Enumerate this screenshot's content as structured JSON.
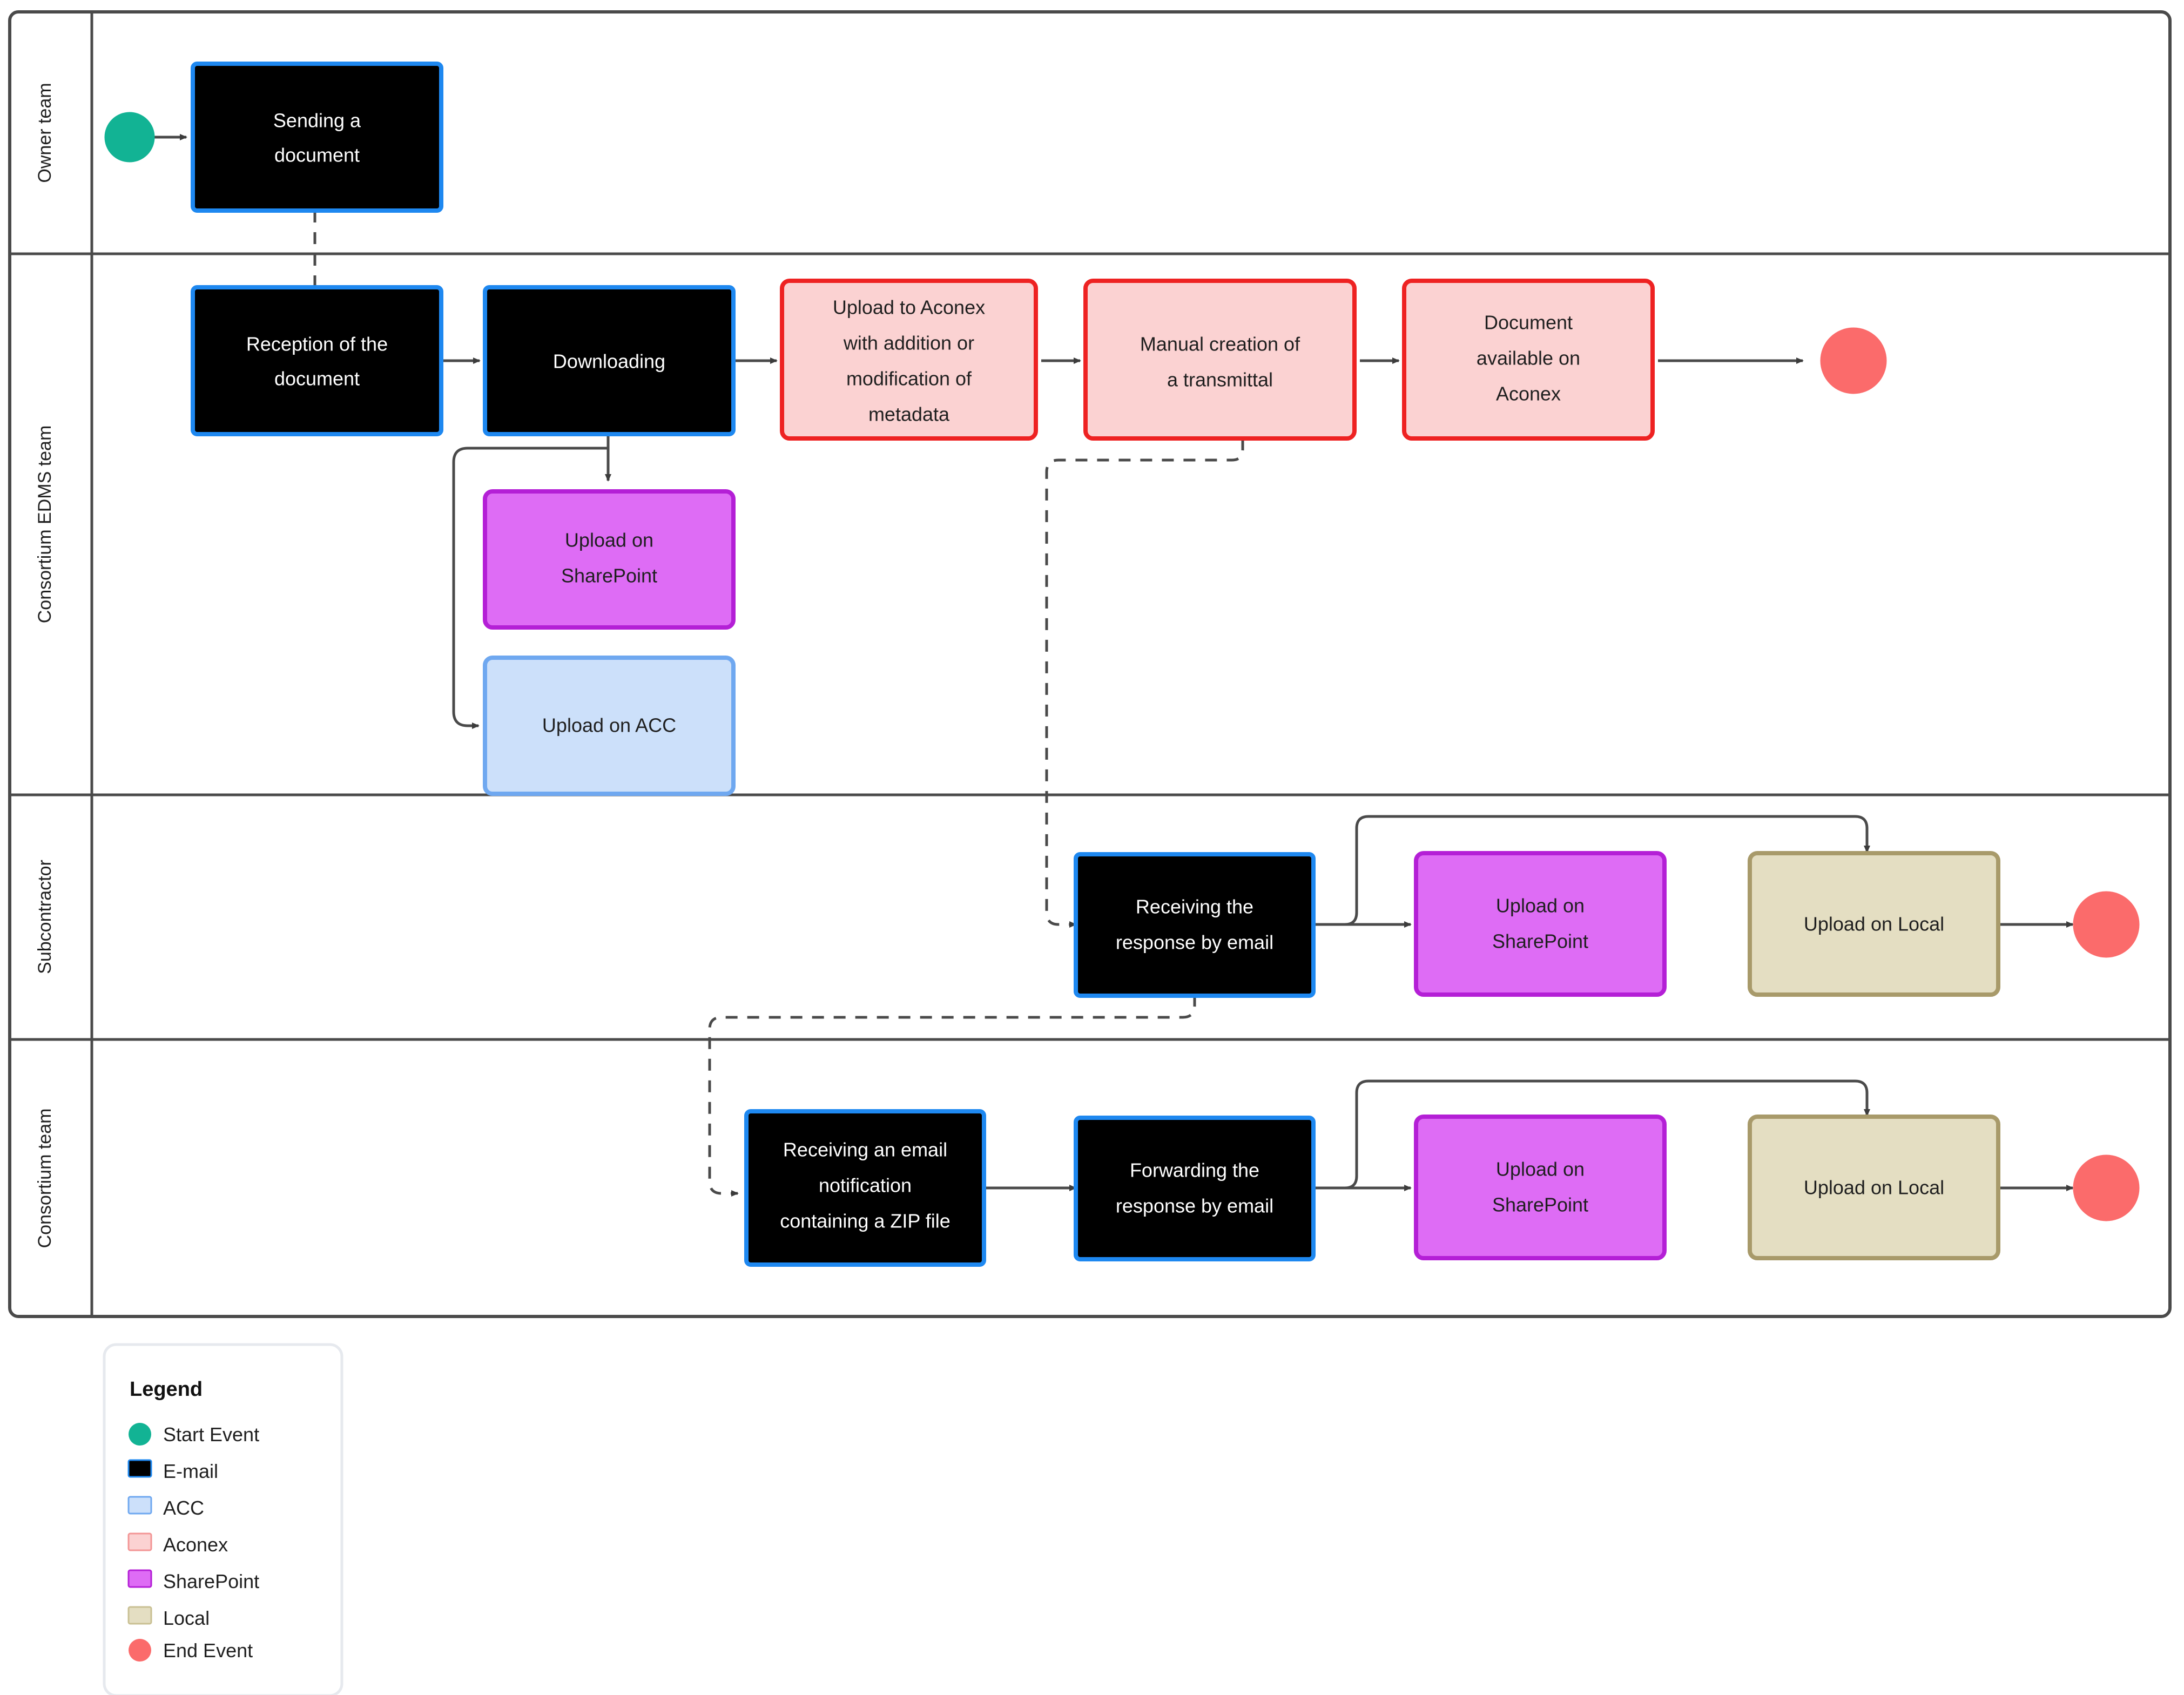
{
  "diagram": {
    "type": "bpmn-swimlane-flowchart",
    "lanes": [
      {
        "id": "owner",
        "label": "Owner team"
      },
      {
        "id": "edms",
        "label": "Consortium EDMS team"
      },
      {
        "id": "subcontr",
        "label": "Subcontractor"
      },
      {
        "id": "consortium",
        "label": "Consortium team"
      }
    ],
    "nodes": [
      {
        "id": "start1",
        "lane": "owner",
        "kind": "start-event",
        "label": ""
      },
      {
        "id": "n-sending",
        "lane": "owner",
        "kind": "email",
        "label": "Sending a document",
        "lines": [
          "Sending a",
          "document"
        ]
      },
      {
        "id": "n-reception",
        "lane": "edms",
        "kind": "email",
        "label": "Reception of the document",
        "lines": [
          "Reception of the",
          "document"
        ]
      },
      {
        "id": "n-download",
        "lane": "edms",
        "kind": "email",
        "label": "Downloading",
        "lines": [
          "Downloading"
        ]
      },
      {
        "id": "n-upaconex",
        "lane": "edms",
        "kind": "aconex",
        "label": "Upload to Aconex with addition or modification of metadata",
        "lines": [
          "Upload to Aconex",
          "with addition or",
          "modification of",
          "metadata"
        ]
      },
      {
        "id": "n-transmittal",
        "lane": "edms",
        "kind": "aconex",
        "label": "Manual creation of a transmittal",
        "lines": [
          "Manual creation of",
          "a transmittal"
        ]
      },
      {
        "id": "n-available",
        "lane": "edms",
        "kind": "aconex",
        "label": "Document available on Aconex",
        "lines": [
          "Document",
          "available on",
          "Aconex"
        ]
      },
      {
        "id": "end1",
        "lane": "edms",
        "kind": "end-event",
        "label": ""
      },
      {
        "id": "n-sp-edms",
        "lane": "edms",
        "kind": "sharepoint",
        "label": "Upload on SharePoint",
        "lines": [
          "Upload on",
          "SharePoint"
        ]
      },
      {
        "id": "n-acc-edms",
        "lane": "edms",
        "kind": "acc",
        "label": "Upload on ACC",
        "lines": [
          "Upload on ACC"
        ]
      },
      {
        "id": "n-recv-sub",
        "lane": "subcontr",
        "kind": "email",
        "label": "Receiving the response by email",
        "lines": [
          "Receiving the",
          "response by email"
        ]
      },
      {
        "id": "n-sp-sub",
        "lane": "subcontr",
        "kind": "sharepoint",
        "label": "Upload on SharePoint",
        "lines": [
          "Upload on",
          "SharePoint"
        ]
      },
      {
        "id": "n-loc-sub",
        "lane": "subcontr",
        "kind": "local",
        "label": "Upload on Local",
        "lines": [
          "Upload on Local"
        ]
      },
      {
        "id": "end2",
        "lane": "subcontr",
        "kind": "end-event",
        "label": ""
      },
      {
        "id": "n-recv-zip",
        "lane": "consortium",
        "kind": "email",
        "label": "Receiving an email notification containing a ZIP file",
        "lines": [
          "Receiving an email",
          "notification",
          "containing a ZIP file"
        ]
      },
      {
        "id": "n-forward",
        "lane": "consortium",
        "kind": "email",
        "label": "Forwarding the response by email",
        "lines": [
          "Forwarding the",
          "response by email"
        ]
      },
      {
        "id": "n-sp-cons",
        "lane": "consortium",
        "kind": "sharepoint",
        "label": "Upload on SharePoint",
        "lines": [
          "Upload on",
          "SharePoint"
        ]
      },
      {
        "id": "n-loc-cons",
        "lane": "consortium",
        "kind": "local",
        "label": "Upload on Local",
        "lines": [
          "Upload on Local"
        ]
      },
      {
        "id": "end3",
        "lane": "consortium",
        "kind": "end-event",
        "label": ""
      }
    ],
    "edges": [
      {
        "from": "start1",
        "to": "n-sending",
        "style": "solid"
      },
      {
        "from": "n-sending",
        "to": "n-reception",
        "style": "dashed"
      },
      {
        "from": "n-reception",
        "to": "n-download",
        "style": "solid"
      },
      {
        "from": "n-download",
        "to": "n-upaconex",
        "style": "solid"
      },
      {
        "from": "n-download",
        "to": "n-sp-edms",
        "style": "solid"
      },
      {
        "from": "n-download",
        "to": "n-acc-edms",
        "style": "solid"
      },
      {
        "from": "n-upaconex",
        "to": "n-transmittal",
        "style": "solid"
      },
      {
        "from": "n-transmittal",
        "to": "n-available",
        "style": "solid"
      },
      {
        "from": "n-available",
        "to": "end1",
        "style": "solid"
      },
      {
        "from": "n-transmittal",
        "to": "n-recv-sub",
        "style": "dashed"
      },
      {
        "from": "n-recv-sub",
        "to": "n-sp-sub",
        "style": "solid"
      },
      {
        "from": "n-recv-sub",
        "to": "n-loc-sub",
        "style": "solid"
      },
      {
        "from": "n-loc-sub",
        "to": "end2",
        "style": "solid"
      },
      {
        "from": "n-recv-sub",
        "to": "n-recv-zip",
        "style": "dashed"
      },
      {
        "from": "n-recv-zip",
        "to": "n-forward",
        "style": "solid"
      },
      {
        "from": "n-forward",
        "to": "n-sp-cons",
        "style": "solid"
      },
      {
        "from": "n-forward",
        "to": "n-loc-cons",
        "style": "solid"
      },
      {
        "from": "n-loc-cons",
        "to": "end3",
        "style": "solid"
      }
    ]
  },
  "legend": {
    "title": "Legend",
    "items": [
      {
        "label": "Start Event",
        "shape": "circle",
        "fill": "#12B394",
        "stroke": "#12B394"
      },
      {
        "label": "E-mail",
        "shape": "square",
        "fill": "#000000",
        "stroke": "#1E7FEA"
      },
      {
        "label": "ACC",
        "shape": "square",
        "fill": "#CCE0FA",
        "stroke": "#6FA8F0"
      },
      {
        "label": "Aconex",
        "shape": "square",
        "fill": "#FBD2D2",
        "stroke": "#F39595"
      },
      {
        "label": "SharePoint",
        "shape": "square",
        "fill": "#DE6CF5",
        "stroke": "#B72BD6"
      },
      {
        "label": "Local",
        "shape": "square",
        "fill": "#E4DEC2",
        "stroke": "#C9C093"
      },
      {
        "label": "End Event",
        "shape": "circle",
        "fill": "#FB6B6B",
        "stroke": "#FB6B6B"
      }
    ]
  },
  "colors": {
    "start_event": "#12B394",
    "end_event": "#FB6B6B",
    "email_fill": "#000000",
    "email_stroke": "#1E88F0",
    "email_text": "#FFFFFF",
    "acc_fill": "#CCE0FA",
    "acc_stroke": "#6FA8F0",
    "aconex_fill": "#FBD2D2",
    "aconex_stroke": "#EE2222",
    "sharepoint_fill": "#DE6CF5",
    "sharepoint_stroke": "#B41FD6",
    "local_fill": "#E4DEC2",
    "local_stroke": "#A89A6A",
    "lane_border": "#4A4A4A",
    "connector": "#4A4A4A",
    "node_text_dark": "#1F1F1F"
  }
}
